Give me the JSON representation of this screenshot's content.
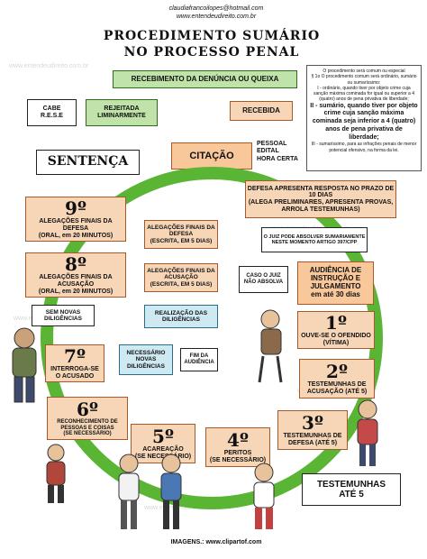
{
  "header": {
    "email": "claudiafrancoilopes@hotmail.com",
    "site": "www.entendeudireito.com.br",
    "title_line1": "Procedimento sumário",
    "title_line2": "no processo penal"
  },
  "notes": {
    "text1": "O procedimento será comum ou especial",
    "text2": "§ 1o O procedimento comum será ordinário, sumário ou sumaríssimo:",
    "text3": "I - ordinário, quando tiver por objeto crime cuja sanção máxima cominada for igual ou superior a 4 (quatro) anos de pena privativa de liberdade;",
    "text4": "II - sumário, quando tiver por objeto crime cuja sanção máxima cominada seja inferior a 4 (quatro) anos de pena privativa de liberdade;",
    "text5": "III - sumaríssimo, para as infrações penais de menor potencial ofensivo, na forma da lei."
  },
  "boxes": {
    "recebimento": "RECEBIMENTO DA DENÚNCIA OU QUEIXA",
    "cabe": "CABE\nR.E.S.E",
    "rejeitada": "REJEITADA\nLIMINARMENTE",
    "recebida": "RECEBIDA",
    "citacao": "CITAÇÃO",
    "citacao_tipos": "PESSOAL\nEDITAL\nHORA CERTA",
    "sentenca": "SENTENÇA",
    "defesa": "DEFESA APRESENTA RESPOSTA NO PRAZO DE 10 DIAS\n(ALEGA PRELIMINARES, APRESENTA PROVAS, ARROLA TESTEMUNHAS)",
    "juiz_absolver": "O JUIZ PODE ABSOLVER SUMARIAMENTE NESTE MOMENTO ARTIGO 397/CPP",
    "caso_juiz": "CASO O JUIZ NÃO ABSOLVA",
    "audiencia": "AUDIÊNCIA DE INSTRUÇÃO E JULGAMENTO\nem até 30 dias",
    "alegacoes_defesa_escrita": "ALEGAÇÕES FINAIS DA DEFESA\n(ESCRITA, EM 5 DIAS)",
    "alegacoes_acusacao_escrita": "ALEGAÇÕES FINAIS DA ACUSAÇÃO\n(ESCRITA, EM 5 DIAS)",
    "realizacao": "REALIZAÇÃO DAS DILIGÊNCIAS",
    "necessario": "NECESSÁRIO NOVAS DILIGÊNCIAS",
    "fim": "FIM DA AUDIÊNCIA",
    "sem_novas": "SEM NOVAS DILIGÊNCIAS",
    "testemunhas": "TESTEMUNHAS\nATÉ 5"
  },
  "steps": [
    {
      "num": "9º",
      "label": "ALEGAÇÕES FINAIS DA DEFESA\n(ORAL, em 20 MINUTOS)"
    },
    {
      "num": "8º",
      "label": "ALEGAÇÕES FINAIS DA ACUSAÇÃO\n(ORAL, em 20 MINUTOS)"
    },
    {
      "num": "7º",
      "label": "INTERROGA-SE\nO ACUSADO"
    },
    {
      "num": "6º",
      "label": "RECONHECIMENTO DE PESSOAS E COISAS\n(SE NECESSÁRIO)"
    },
    {
      "num": "5º",
      "label": "ACAREAÇÃO\n(SE NECESSÁRIO)"
    },
    {
      "num": "4º",
      "label": "PERITOS\n(SE NECESSÁRIO)"
    },
    {
      "num": "3º",
      "label": "TESTEMUNHAS DE DEFESA (ATÉ 5)"
    },
    {
      "num": "2º",
      "label": "TESTEMUNHAS DE ACUSAÇÃO (ATÉ 5)"
    },
    {
      "num": "1º",
      "label": "OUVE-SE O OFENDIDO (VÍTIMA)"
    }
  ],
  "footer": {
    "credits": "IMAGENS.: www.clipartof.com"
  }
}
